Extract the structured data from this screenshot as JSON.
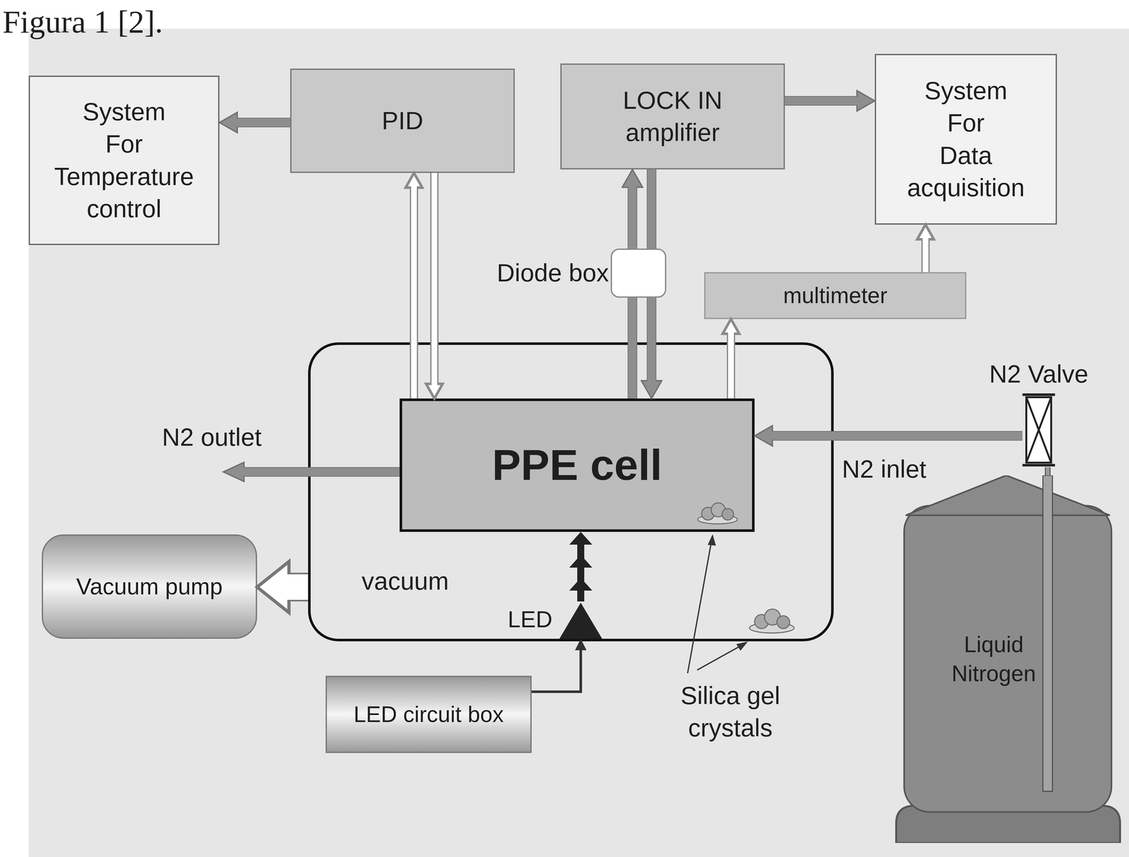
{
  "diagram": {
    "nodes": [
      {
        "text": [
          "System For Temperature control"
        ]
      },
      {
        "text": [
          "PID"
        ]
      },
      {
        "text": [
          "LOCK IN amplifier"
        ]
      },
      {
        "text": [
          "System For Data acquisition"
        ]
      },
      {
        "text": [
          "Diode box"
        ]
      },
      {
        "text": [
          "multimeter"
        ]
      },
      {
        "text": [
          "vacuum"
        ]
      },
      {
        "text": [
          "PPE cell"
        ],
        "in": 6
      },
      {
        "text": [
          "LED"
        ],
        "in": 6
      },
      {
        "text": [
          "Vacuum pump"
        ]
      },
      {
        "text": [
          "LED circuit box"
        ]
      },
      {
        "text": [
          "Liquid Nitrogen"
        ]
      },
      {
        "text": [
          "N2 Valve"
        ]
      }
    ],
    "edges": [
      {
        "from": 1,
        "to": 0,
        "arrow": "to"
      },
      {
        "from": 7,
        "to": 1,
        "arrow": "to"
      },
      {
        "from": 1,
        "to": 7,
        "arrow": "to"
      },
      {
        "from": 7,
        "to": 4,
        "arrow": "none"
      },
      {
        "from": 4,
        "to": 2,
        "arrow": "to"
      },
      {
        "from": 2,
        "to": 4,
        "arrow": "none"
      },
      {
        "from": 4,
        "to": 7,
        "arrow": "to"
      },
      {
        "from": 2,
        "to": 3,
        "arrow": "to"
      },
      {
        "from": 5,
        "to": 3,
        "arrow": "to"
      },
      {
        "from": 7,
        "to": 5,
        "arrow": "to"
      },
      {
        "from": 12,
        "to": 7,
        "label": "N2 inlet",
        "arrow": "to"
      },
      {
        "from": 11,
        "to": 12,
        "arrow": "none"
      },
      {
        "from": 6,
        "to": 9,
        "arrow": "to"
      },
      {
        "from": 10,
        "to": 8,
        "arrow": "to"
      },
      {
        "from": 8,
        "to": 7,
        "arrow": "to"
      }
    ],
    "labels": [
      "Figura 1 [2].",
      "N2 outlet",
      "Silica gel crystals"
    ]
  }
}
